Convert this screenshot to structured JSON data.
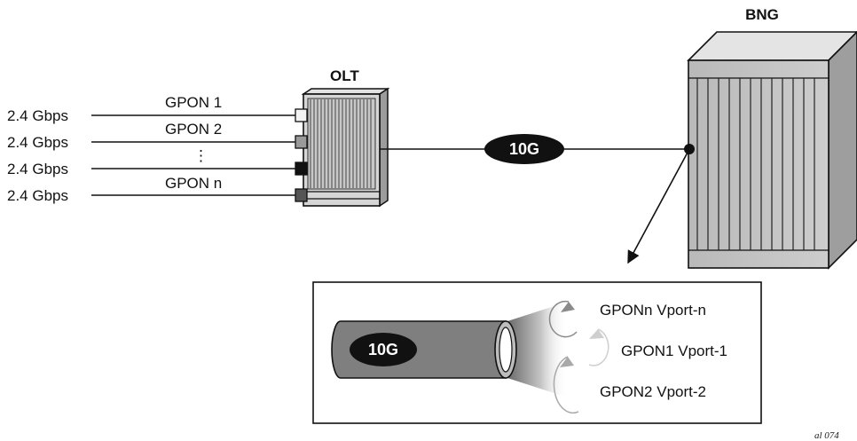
{
  "olt": {
    "label": "OLT"
  },
  "bng": {
    "label": "BNG"
  },
  "uplink": {
    "label": "10G"
  },
  "inputs": [
    {
      "rate": "2.4 Gbps",
      "gpon": "GPON 1",
      "port_color": "#f2f2f2"
    },
    {
      "rate": "2.4 Gbps",
      "gpon": "GPON 2",
      "port_color": "#9a9a9a"
    },
    {
      "rate": "2.4 Gbps",
      "gpon": "",
      "port_color": "#111111"
    },
    {
      "rate": "2.4 Gbps",
      "gpon": "GPON n",
      "port_color": "#555555"
    }
  ],
  "ellipsis": "⋮",
  "detail": {
    "pipe_label": "10G",
    "vports": [
      {
        "label": "GPONn Vport-n"
      },
      {
        "label": "GPON1 Vport-1"
      },
      {
        "label": "GPON2 Vport-2"
      }
    ]
  },
  "figure_id": "al_074"
}
